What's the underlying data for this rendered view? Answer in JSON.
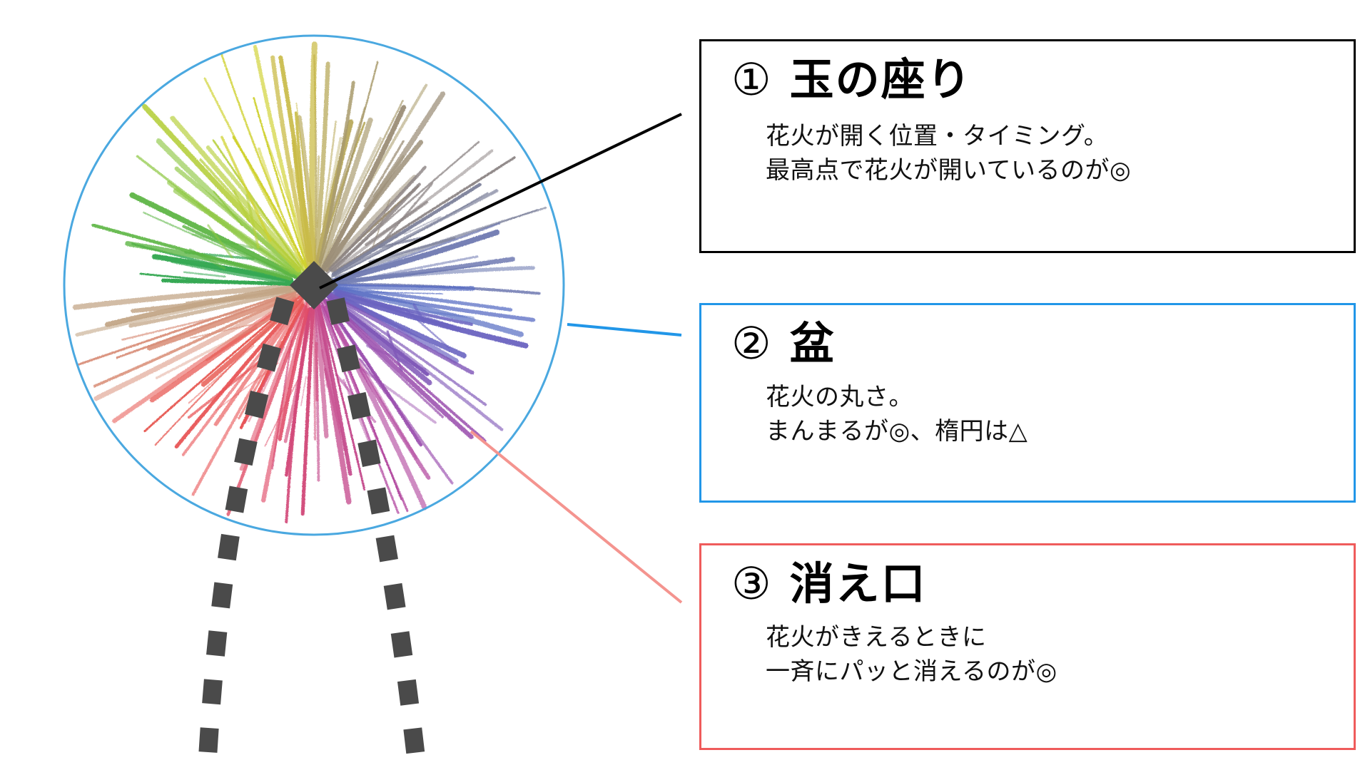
{
  "illustration": {
    "name": "firework-diagram",
    "circle_color": "#4aa8e0",
    "core_color": "#4a4a4a",
    "trajectory_color": "#4a4a4a",
    "burst_colors": [
      "#35a853",
      "#5cb544",
      "#8cc63f",
      "#b5cf3a",
      "#cfd12f",
      "#c9bb46",
      "#b8a95c",
      "#a89a6b",
      "#9c8f78",
      "#8e8686",
      "#7b7f99",
      "#6d78b0",
      "#5a6fc4",
      "#6a63c0",
      "#8058b8",
      "#9a4fae",
      "#b2479f",
      "#c44a8c",
      "#d2497a",
      "#df4a66",
      "#e85456",
      "#e8605a",
      "#d98f7a",
      "#c2a585"
    ],
    "labels": {
      "core": "玉の座り",
      "circle": "盆",
      "tail": "消え口"
    }
  },
  "leaders": [
    {
      "name": "leader-line-1",
      "color": "#000000",
      "width": 4
    },
    {
      "name": "leader-line-2",
      "color": "#2196e8",
      "width": 4
    },
    {
      "name": "leader-line-3",
      "color": "#f4948f",
      "width": 4
    }
  ],
  "panels": [
    {
      "id": "panel-1",
      "number": "①",
      "title": "玉の座り",
      "border_color": "#000000",
      "body_lines": [
        "花火が開く位置・タイミング。",
        "最高点で花火が開いているのが◎"
      ]
    },
    {
      "id": "panel-2",
      "number": "②",
      "title": "盆",
      "border_color": "#2196e8",
      "body_lines": [
        "花火の丸さ。",
        "まんまるが◎、楕円は△"
      ]
    },
    {
      "id": "panel-3",
      "number": "③",
      "title": "消え口",
      "border_color": "#ef5b5b",
      "body_lines": [
        "花火がきえるときに",
        "一斉にパッと消えるのが◎"
      ]
    }
  ]
}
